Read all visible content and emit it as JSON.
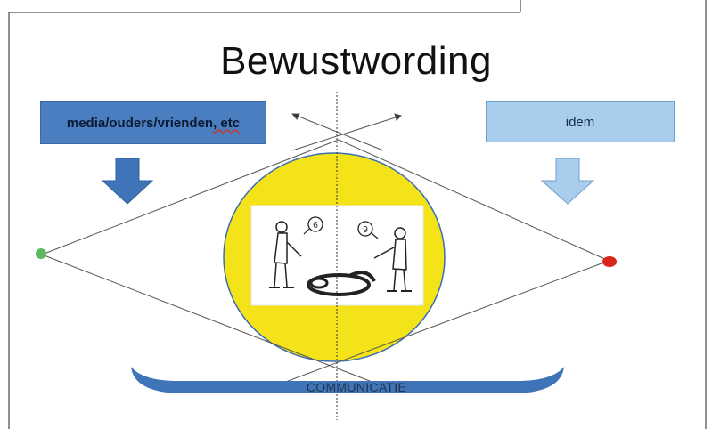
{
  "title": "Bewustwording",
  "left_box": {
    "label_main": "media/ouders/vrienden",
    "label_tail": ", etc"
  },
  "right_box": {
    "label": "idem"
  },
  "bottom": {
    "label": "COMMUNICATIE"
  },
  "colors": {
    "left_box": "#4a7ec0",
    "right_box": "#a9cdec",
    "circle": "#f5e31a",
    "left_dot": "#5cb85c",
    "right_dot": "#d9261c",
    "arc": "#3f74b8"
  },
  "icons": [
    "down-arrow-icon",
    "cartoon-6-9-illustration"
  ]
}
